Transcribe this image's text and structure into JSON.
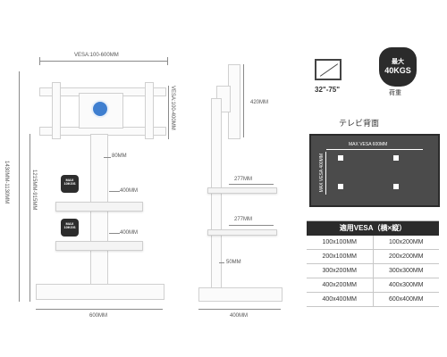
{
  "front": {
    "vesa_horizontal": "VESA:100-600MM",
    "vesa_vertical": "VESA:100-400MM",
    "gap": "80MM",
    "shelf_upper": "400MM",
    "shelf_lower": "400MM",
    "total_height": "1430MM-1130MM",
    "body_height": "1215MM-915MM",
    "width": "600MM",
    "max_weight_label": "MAX",
    "max_weight_value": "10KGS"
  },
  "side": {
    "top_dim": "420MM",
    "shelf_depth_upper": "277MM",
    "shelf_depth_lower": "277MM",
    "gap": "50MM",
    "width": "400MM"
  },
  "screen_size": "32\"-75\"",
  "load": {
    "max": "最大",
    "weight": "40KGS",
    "caption": "荷重"
  },
  "back": {
    "title": "テレビ背面",
    "max_vesa": "MAX VESA 600MM",
    "max_vesa_vertical": "MAX VESA 400MM"
  },
  "vesa_table": {
    "header": "適用VESA（横×縦）",
    "rows": [
      [
        "100x100MM",
        "100x200MM"
      ],
      [
        "200x100MM",
        "200x200MM"
      ],
      [
        "300x200MM",
        "300x300MM"
      ],
      [
        "400x200MM",
        "400x300MM"
      ],
      [
        "400x400MM",
        "600x400MM"
      ]
    ]
  }
}
